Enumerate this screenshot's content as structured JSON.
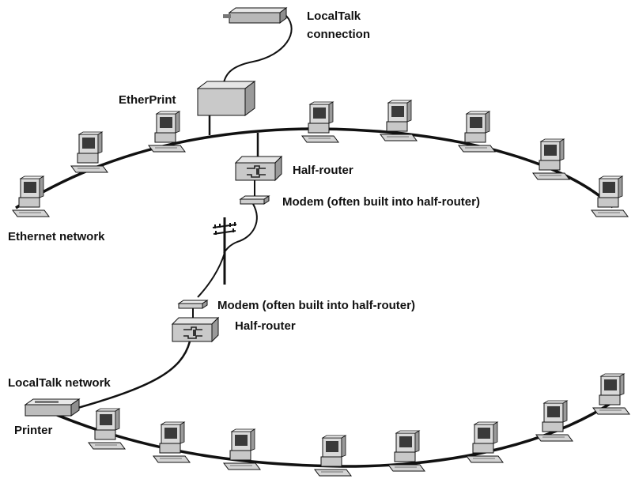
{
  "labels": {
    "localtalk_connection_line1": "LocalTalk",
    "localtalk_connection_line2": "connection",
    "etherprint": "EtherPrint",
    "half_router_top": "Half-router",
    "modem_top": "Modem (often built into half-router)",
    "ethernet_network": "Ethernet network",
    "modem_bottom": "Modem (often built into half-router)",
    "half_router_bottom": "Half-router",
    "localtalk_network": "LocalTalk network",
    "printer": "Printer"
  },
  "colors": {
    "line": "#111111",
    "device_face": "#cfcfcf",
    "device_top": "#e8e8e8",
    "device_side": "#9a9a9a",
    "screen": "#3a3a3a"
  },
  "icons": {
    "computer": "desktop-computer-icon",
    "router": "half-router-icon",
    "modem": "modem-icon",
    "printer": "printer-icon",
    "pole": "telephone-pole-icon"
  }
}
